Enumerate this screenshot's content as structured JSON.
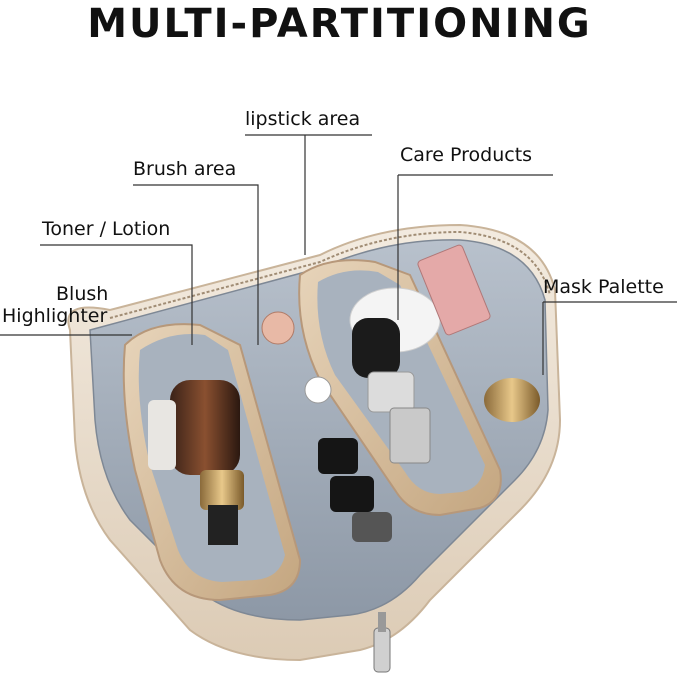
{
  "headline": "MULTI-PARTITIONING",
  "labels": {
    "lipstick": "lipstick area",
    "brush": "Brush area",
    "care": "Care Products",
    "toner": "Toner / Lotion",
    "mask": "Mask Palette",
    "blush": "Blush",
    "highlighter": "Highlighter"
  },
  "colors": {
    "bag_cream": "#eee2d2",
    "bag_shadow": "#d6c3ab",
    "pouch_gold": "#d9c0a0",
    "lining_grey": "#a9b3c0",
    "leader_line": "#333333"
  }
}
